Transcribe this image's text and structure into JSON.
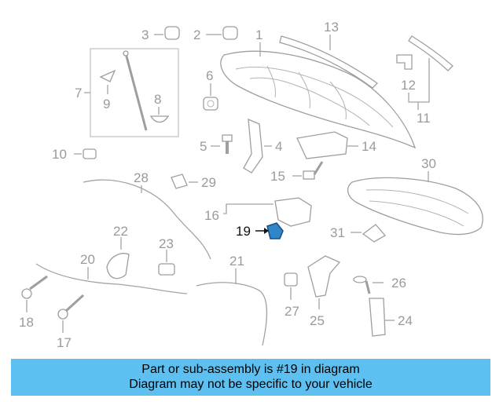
{
  "callouts": {
    "c1": "1",
    "c2": "2",
    "c3": "3",
    "c4": "4",
    "c5": "5",
    "c6": "6",
    "c7": "7",
    "c8": "8",
    "c9": "9",
    "c10": "10",
    "c11": "11",
    "c12": "12",
    "c13": "13",
    "c14": "14",
    "c15": "15",
    "c16": "16",
    "c17": "17",
    "c18": "18",
    "c19": "19",
    "c20": "20",
    "c21": "21",
    "c22": "22",
    "c23": "23",
    "c24": "24",
    "c25": "25",
    "c26": "26",
    "c27": "27",
    "c28": "28",
    "c29": "29",
    "c30": "30",
    "c31": "31"
  },
  "highlight": {
    "part": "19",
    "color": "#2f86c8"
  },
  "banner": {
    "line1": "Part or sub-assembly is #19 in diagram",
    "line2": "Diagram may not be specific to your vehicle",
    "background": "#5ec0f0"
  }
}
